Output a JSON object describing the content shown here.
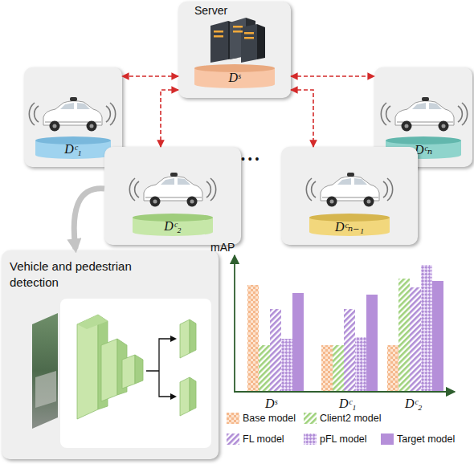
{
  "diagram": {
    "nodes": [
      {
        "text": [
          "Server"
        ]
      },
      {
        "text": [
          "Dˢ"
        ],
        "in": 0
      },
      {
        "text": []
      },
      {
        "text": [
          "Dᶜ₁"
        ],
        "in": 2
      },
      {
        "text": []
      },
      {
        "text": [
          "Dᶜₙ"
        ],
        "in": 4
      },
      {
        "text": []
      },
      {
        "text": [
          "Dᶜ₂"
        ],
        "in": 6
      },
      {
        "text": []
      },
      {
        "text": [
          "Dᶜₙ₋₁"
        ],
        "in": 8
      },
      {
        "text": [
          "Vehicle and pedestrian detection"
        ]
      }
    ],
    "edges": [
      {
        "from": 0,
        "to": 2,
        "arrow": "both"
      },
      {
        "from": 0,
        "to": 6,
        "arrow": "both"
      },
      {
        "from": 0,
        "to": 8,
        "arrow": "both"
      },
      {
        "from": 0,
        "to": 4,
        "arrow": "both"
      },
      {
        "from": 6,
        "to": 10,
        "arrow": "to"
      }
    ],
    "labels": [
      "• • •",
      "mAP",
      "Dˢ",
      "Dᶜ₁",
      "Dᶜ₂"
    ],
    "legend": [
      {
        "text": "Base model"
      },
      {
        "text": "Client2 model"
      },
      {
        "text": "FL model"
      },
      {
        "text": "pFL model"
      },
      {
        "text": "Target model",
        "color": "#b58fd9"
      }
    ]
  }
}
